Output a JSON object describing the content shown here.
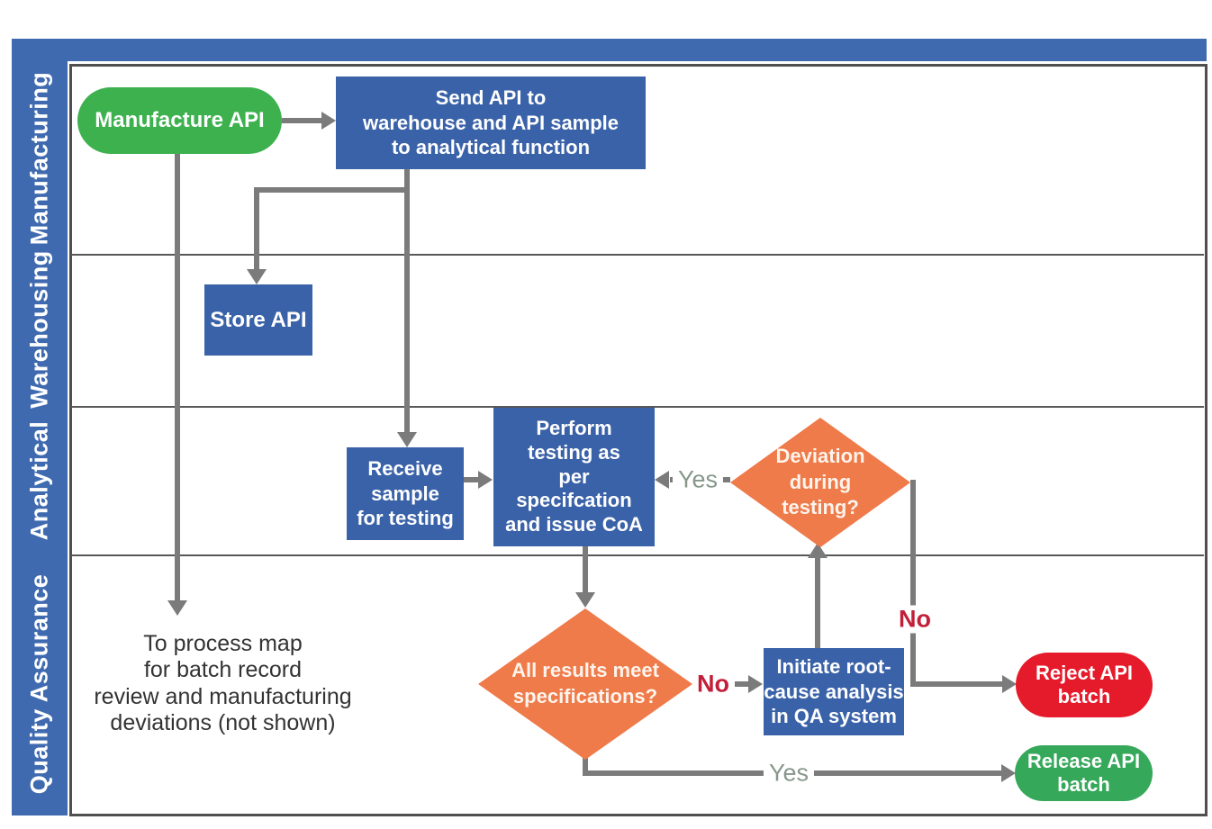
{
  "lanes": [
    {
      "label": "Manufacturing"
    },
    {
      "label": "Warehousing"
    },
    {
      "label": "Analytical"
    },
    {
      "label": "Quality Assurance"
    }
  ],
  "nodes": {
    "manufacture": {
      "label": "Manufacture API",
      "shape": "start-terminator",
      "color": "#3db14e"
    },
    "send_api": {
      "label": "Send API to\nwarehouse and API sample\nto analytical function",
      "shape": "process",
      "color": "#3a62a8"
    },
    "store_api": {
      "label": "Store API",
      "shape": "process",
      "color": "#3a62a8"
    },
    "receive_sample": {
      "label": "Receive\nsample\nfor testing",
      "shape": "process",
      "color": "#3a62a8"
    },
    "perform_testing": {
      "label": "Perform\ntesting as\nper\nspecifcation\nand issue CoA",
      "shape": "process",
      "color": "#3a62a8"
    },
    "deviation_decision": {
      "label": "Deviation\nduring\ntesting?",
      "shape": "decision",
      "color": "#ef7a4a"
    },
    "results_decision": {
      "label": "All results meet\nspecifications?",
      "shape": "decision",
      "color": "#ef7a4a"
    },
    "initiate_rca": {
      "label": "Initiate root-\ncause analysis\nin QA system",
      "shape": "process",
      "color": "#3a62a8"
    },
    "reject_batch": {
      "label": "Reject API\nbatch",
      "shape": "terminator",
      "color": "#e51a2b"
    },
    "release_batch": {
      "label": "Release API\nbatch",
      "shape": "terminator",
      "color": "#36a85a"
    }
  },
  "edge_labels": {
    "deviation_yes": "Yes",
    "deviation_no": "No",
    "results_no": "No",
    "results_yes": "Yes"
  },
  "annotation": "To process map\nfor batch record\nreview and manufacturing\ndeviations (not shown)",
  "colors": {
    "lane_bar_blue": "#3f6ab0",
    "process_blue": "#3a62a8",
    "decision_orange": "#ef7a4a",
    "start_green": "#3db14e",
    "release_green": "#36a85a",
    "reject_red": "#e51a2b",
    "connector_gray": "#7b7b7b",
    "yes_label_color": "#87988b",
    "no_label_color": "#c2203a",
    "lane_separator": "#585858"
  }
}
